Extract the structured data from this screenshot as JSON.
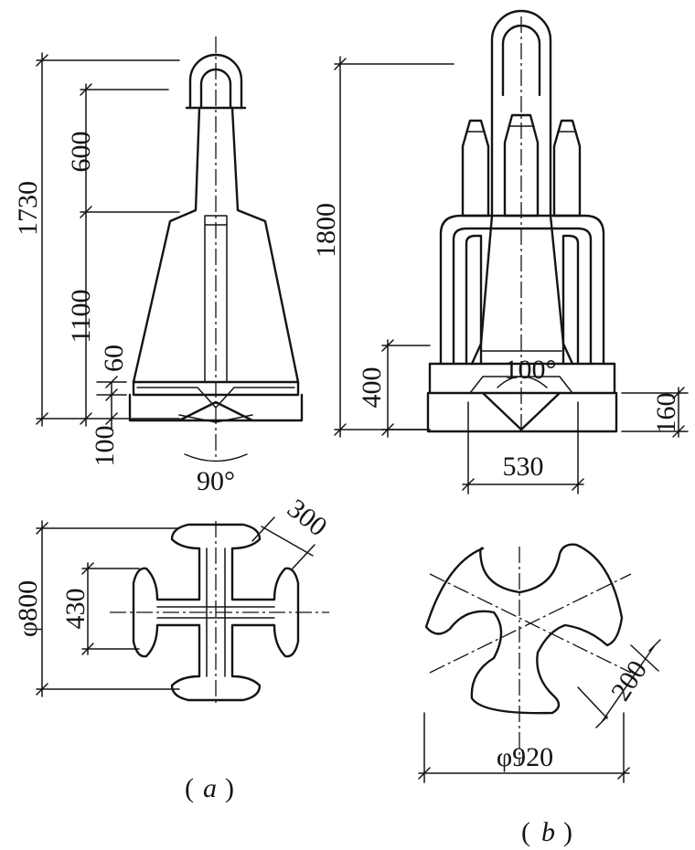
{
  "figure_a": {
    "dimensions": {
      "overall_height": "1730",
      "handle_height": "600",
      "body_height": "1100",
      "flange_height": "60",
      "base_height": "100",
      "tip_angle": "90°",
      "spread_diameter": "φ800",
      "inner_span": "430",
      "arm_width": "300"
    },
    "caption_open": "(",
    "caption_letter": "a",
    "caption_close": ")"
  },
  "figure_b": {
    "dimensions": {
      "overall_height": "1800",
      "base_height": "400",
      "tip_angle": "100°",
      "base_width": "530",
      "flange_height": "160",
      "spread_diameter": "φ920",
      "arm_width": "200"
    },
    "caption_open": "(",
    "caption_letter": "b",
    "caption_close": ")"
  }
}
